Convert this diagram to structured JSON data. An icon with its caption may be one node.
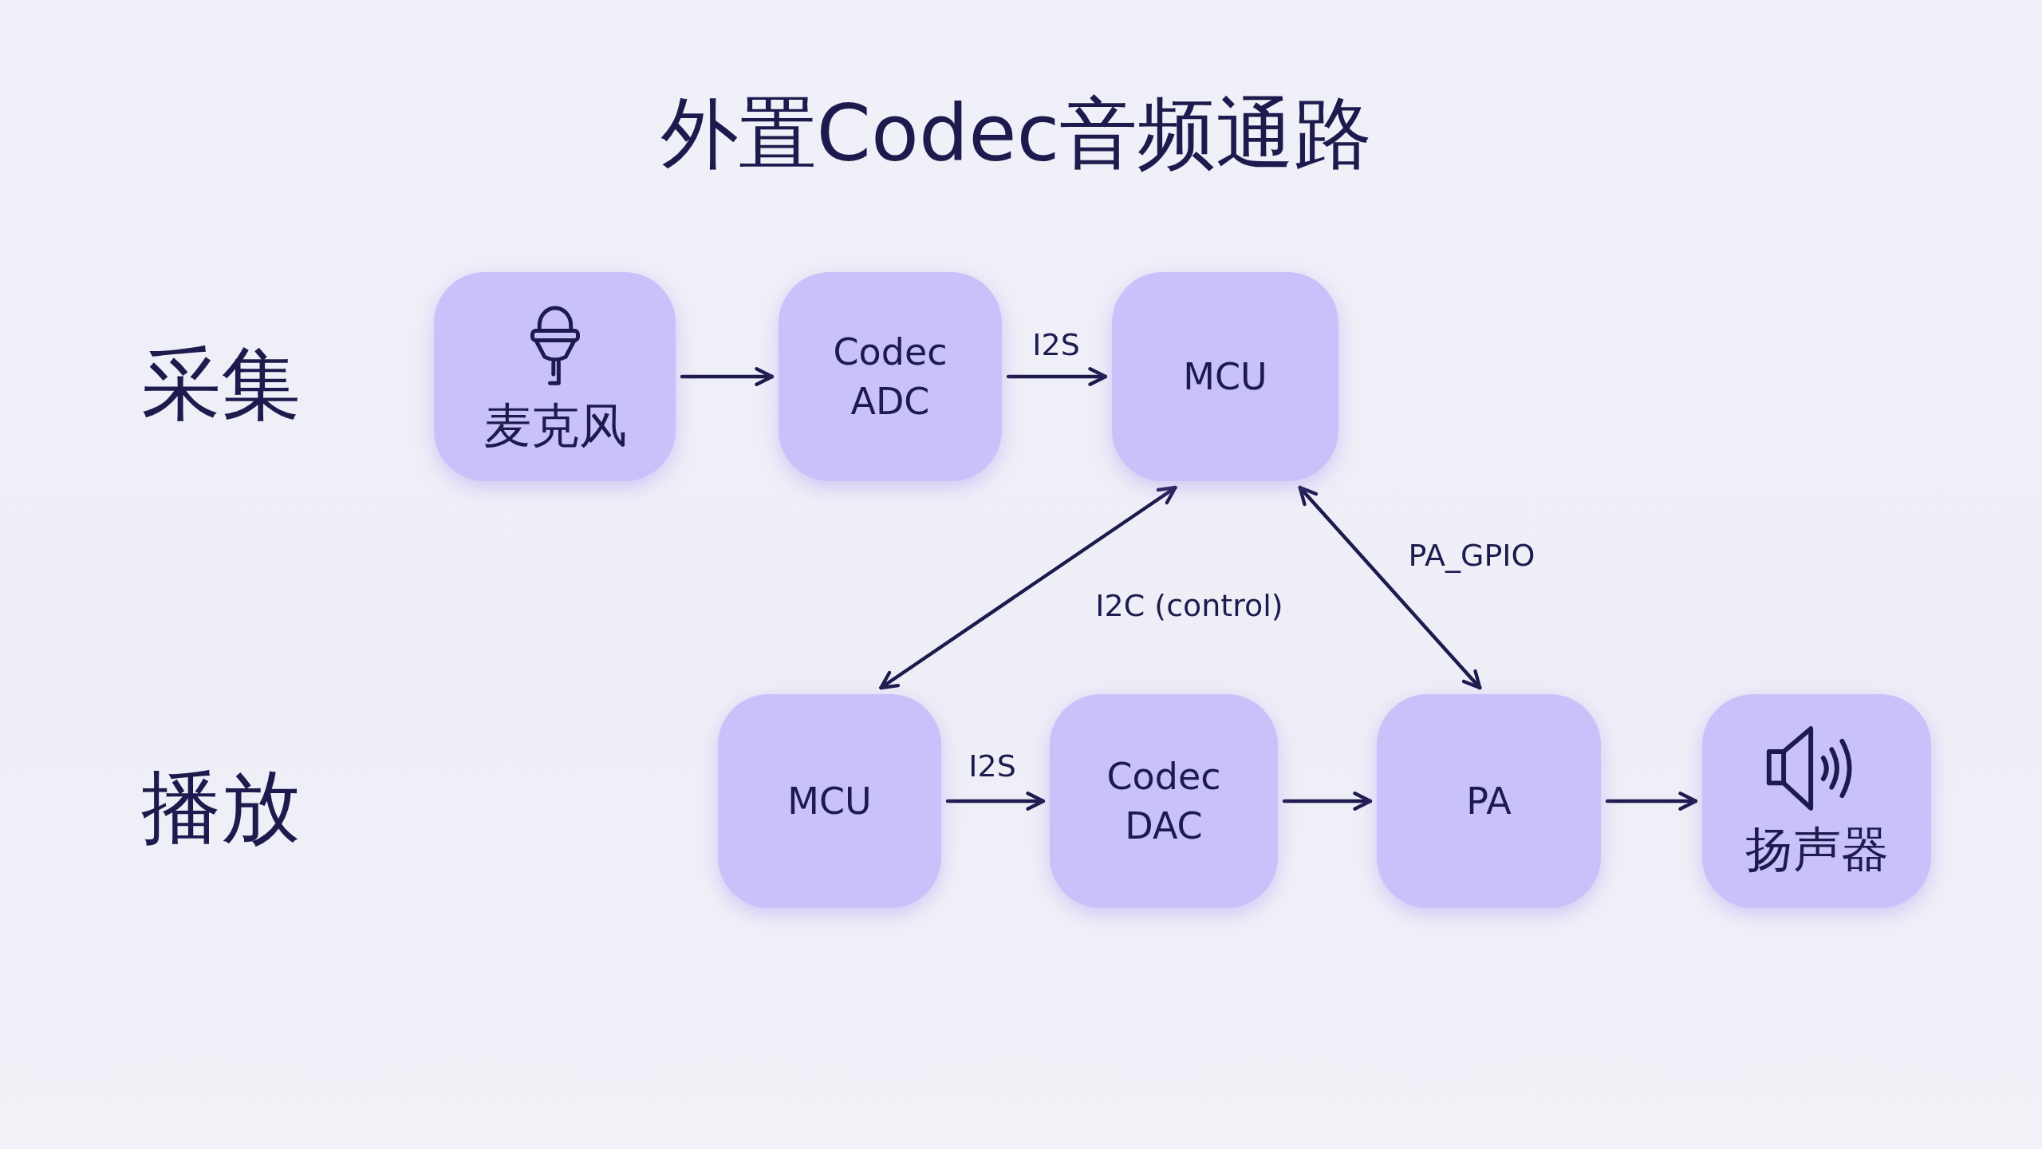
{
  "diagram": {
    "title": "外置Codec音频通路",
    "nodes": [
      {
        "text": [
          "麦克风"
        ]
      },
      {
        "text": [
          "Codec ADC"
        ]
      },
      {
        "text": [
          "MCU"
        ]
      },
      {
        "text": [
          "MCU"
        ]
      },
      {
        "text": [
          "Codec DAC"
        ]
      },
      {
        "text": [
          "PA"
        ]
      },
      {
        "text": [
          "扬声器"
        ]
      }
    ],
    "edges": [
      {
        "from": 0,
        "to": 1,
        "arrow": "to"
      },
      {
        "from": 1,
        "to": 2,
        "arrow": "to",
        "label": "I2S"
      },
      {
        "from": 2,
        "to": 3,
        "arrow": "both",
        "label": "I2C (control)"
      },
      {
        "from": 2,
        "to": 5,
        "arrow": "both",
        "label": "PA_GPIO"
      },
      {
        "from": 3,
        "to": 4,
        "arrow": "to",
        "label": "I2S"
      },
      {
        "from": 4,
        "to": 5,
        "arrow": "to"
      },
      {
        "from": 5,
        "to": 6,
        "arrow": "to"
      }
    ],
    "labels": [
      "采集",
      "播放"
    ]
  }
}
